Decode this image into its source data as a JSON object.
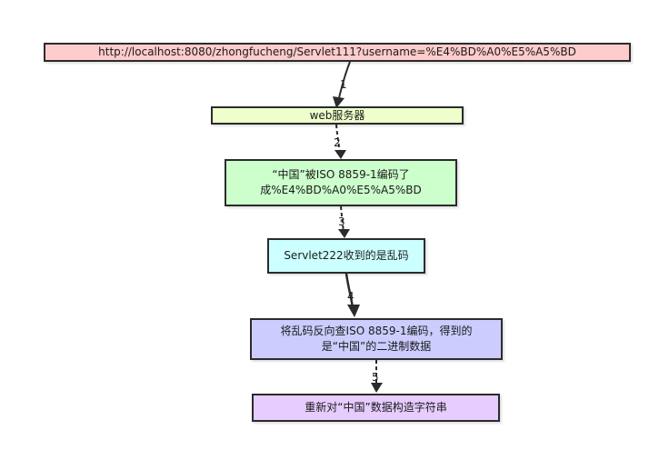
{
  "colors": {
    "node1": "#ffcccc",
    "node2": "#eeffcc",
    "node3": "#ccffcc",
    "node4": "#ccffff",
    "node5": "#ccccff",
    "node6": "#e6ccff",
    "border": "#2b2b2b",
    "arrow": "#2b2b2b"
  },
  "nodes": [
    {
      "id": "n1",
      "text": "http://localhost:8080/zhongfucheng/Servlet111?username=%E4%BD%A0%E5%A5%BD"
    },
    {
      "id": "n2",
      "text": "web服务器"
    },
    {
      "id": "n3",
      "text": "“中国”被ISO 8859-1编码了\n成%E4%BD%A0%E5%A5%BD"
    },
    {
      "id": "n4",
      "text": "Servlet222收到的是乱码"
    },
    {
      "id": "n5",
      "text": "将乱码反向查ISO 8859-1编码，得到的\n是“中国”的二进制数据"
    },
    {
      "id": "n6",
      "text": "重新对“中国”数据构造字符串"
    }
  ],
  "edges": [
    {
      "from": "n1",
      "to": "n2",
      "label": "1"
    },
    {
      "from": "n2",
      "to": "n3",
      "label": "2"
    },
    {
      "from": "n3",
      "to": "n4",
      "label": "3"
    },
    {
      "from": "n4",
      "to": "n5",
      "label": "4"
    },
    {
      "from": "n5",
      "to": "n6",
      "label": "5"
    }
  ]
}
